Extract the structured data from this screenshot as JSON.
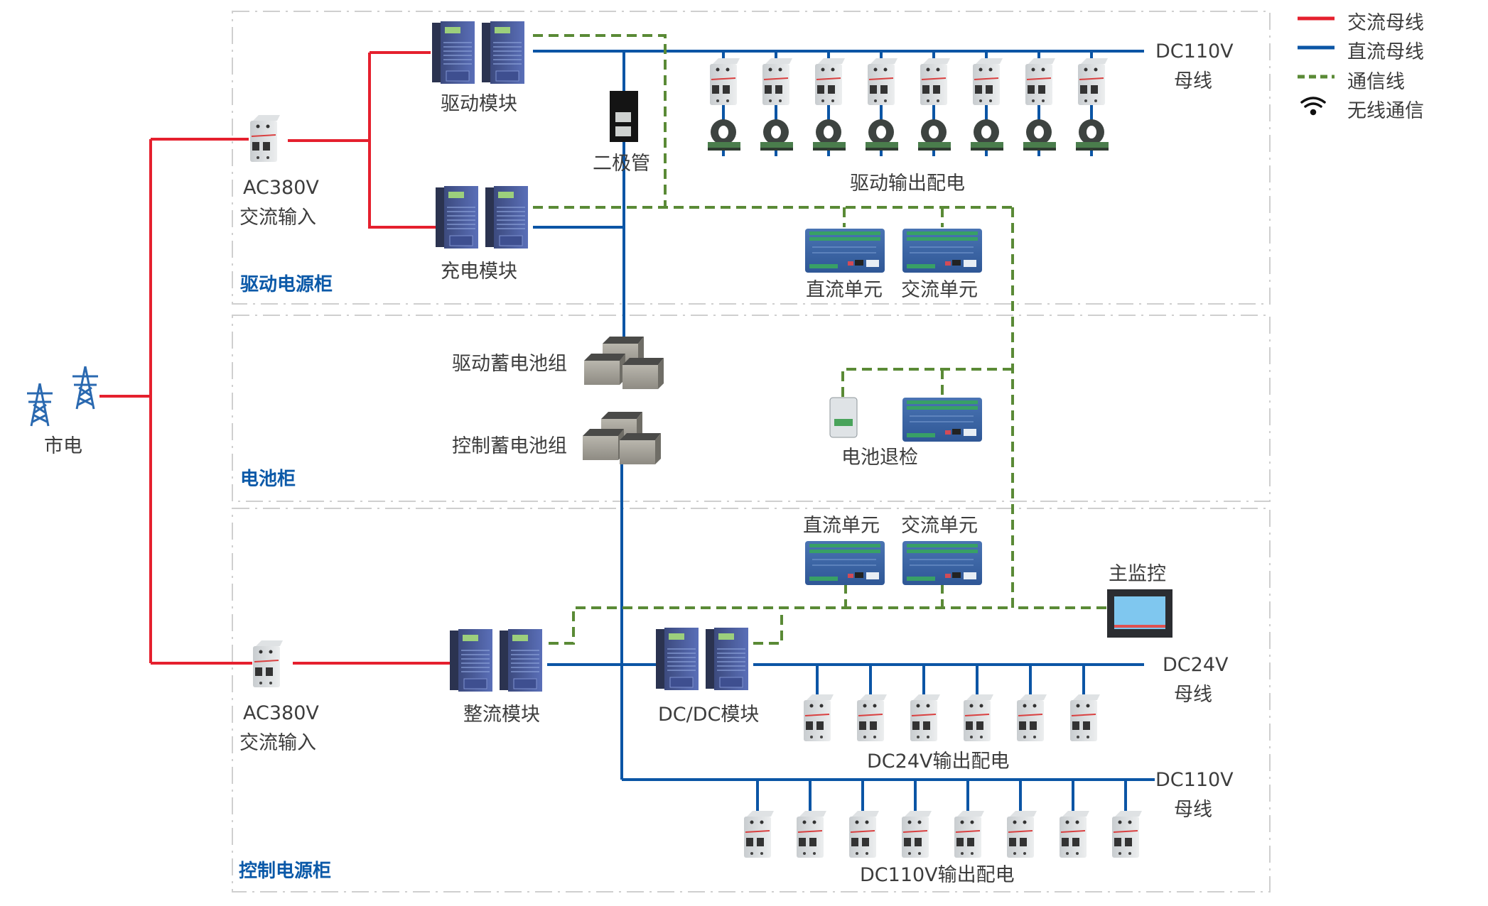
{
  "legend": {
    "items": [
      {
        "label": "交流母线",
        "kind": "ac-line",
        "color": "#e5202e"
      },
      {
        "label": "直流母线",
        "kind": "dc-line",
        "color": "#0b55a5"
      },
      {
        "label": "通信线",
        "kind": "comm-line",
        "color": "#5a8a36"
      },
      {
        "label": "无线通信",
        "kind": "wifi-icon",
        "color": "#111111"
      }
    ]
  },
  "colors": {
    "ac": "#e5202e",
    "dc": "#0b55a5",
    "comm": "#5a8a36",
    "section_title": "#0b59a8",
    "cabinet_border": "#c8c8c8"
  },
  "grid_source": {
    "label": "市电"
  },
  "sections": {
    "drive": {
      "title": "驱动电源柜"
    },
    "battery": {
      "title": "电池柜"
    },
    "control": {
      "title": "控制电源柜"
    }
  },
  "drive_cabinet": {
    "ac_input": {
      "line1": "AC380V",
      "line2": "交流输入"
    },
    "drive_module": "驱动模块",
    "charge_module": "充电模块",
    "diode": "二极管",
    "bus": {
      "line1": "DC110V",
      "line2": "母线"
    },
    "output": "驱动输出配电",
    "output_count": 8,
    "dc_unit": "直流单元",
    "ac_unit": "交流单元"
  },
  "battery_cabinet": {
    "drive_battery": "驱动蓄电池组",
    "control_battery": "控制蓄电池组",
    "battery_check": "电池退检"
  },
  "control_cabinet": {
    "ac_input": {
      "line1": "AC380V",
      "line2": "交流输入"
    },
    "rectifier": "整流模块",
    "dcdc": "DC/DC模块",
    "dc_unit": "直流单元",
    "ac_unit": "交流单元",
    "main_monitor": "主监控",
    "dc24_bus": {
      "line1": "DC24V",
      "line2": "母线"
    },
    "dc24_output": "DC24V输出配电",
    "dc24_output_count": 6,
    "dc110_bus": {
      "line1": "DC110V",
      "line2": "母线"
    },
    "dc110_output": "DC110V输出配电",
    "dc110_output_count": 8
  }
}
